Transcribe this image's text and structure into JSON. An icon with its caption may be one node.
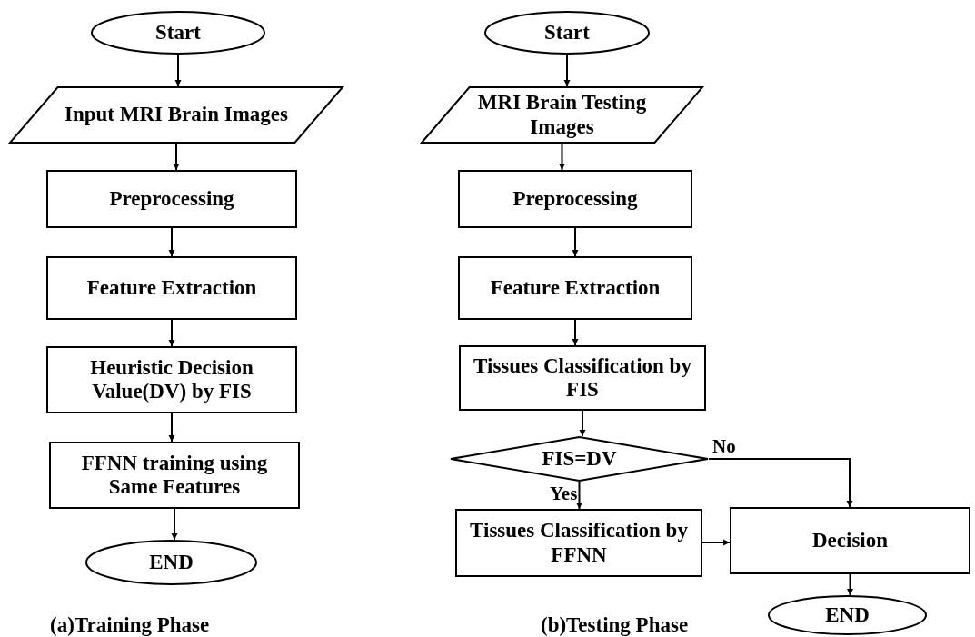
{
  "diagram": {
    "nodes": [
      {
        "text": [
          "Start"
        ]
      },
      {
        "text": [
          "Input MRI Brain Images"
        ]
      },
      {
        "text": [
          "Preprocessing"
        ]
      },
      {
        "text": [
          "Feature Extraction"
        ]
      },
      {
        "text": [
          "Heuristic Decision Value(DV) by FIS"
        ]
      },
      {
        "text": [
          "FFNN training using Same Features"
        ]
      },
      {
        "text": [
          "END"
        ]
      },
      {
        "text": [
          "Start"
        ]
      },
      {
        "text": [
          "MRI Brain Testing Images"
        ]
      },
      {
        "text": [
          "Preprocessing"
        ]
      },
      {
        "text": [
          "Feature Extraction"
        ]
      },
      {
        "text": [
          "Tissues Classification by FIS"
        ]
      },
      {
        "text": [
          "FIS=DV"
        ]
      },
      {
        "text": [
          "Tissues Classification by FFNN"
        ]
      },
      {
        "text": [
          "Decision"
        ]
      },
      {
        "text": [
          "END"
        ]
      }
    ],
    "edges": [
      {
        "from": 0,
        "to": 1,
        "arrow": "to"
      },
      {
        "from": 1,
        "to": 2,
        "arrow": "to"
      },
      {
        "from": 2,
        "to": 3,
        "arrow": "to"
      },
      {
        "from": 3,
        "to": 4,
        "arrow": "to"
      },
      {
        "from": 4,
        "to": 5,
        "arrow": "to"
      },
      {
        "from": 5,
        "to": 6,
        "arrow": "to"
      },
      {
        "from": 7,
        "to": 8,
        "arrow": "to"
      },
      {
        "from": 8,
        "to": 9,
        "arrow": "to"
      },
      {
        "from": 9,
        "to": 10,
        "arrow": "to"
      },
      {
        "from": 10,
        "to": 11,
        "arrow": "to"
      },
      {
        "from": 11,
        "to": 12,
        "arrow": "to"
      },
      {
        "from": 12,
        "to": 13,
        "arrow": "to",
        "label": "Yes"
      },
      {
        "from": 12,
        "to": 14,
        "arrow": "to",
        "label": "No"
      },
      {
        "from": 13,
        "to": 14,
        "arrow": "to"
      },
      {
        "from": 14,
        "to": 15,
        "arrow": "to"
      }
    ],
    "labels": [
      "(a)Training Phase",
      "(b)Testing Phase"
    ]
  }
}
